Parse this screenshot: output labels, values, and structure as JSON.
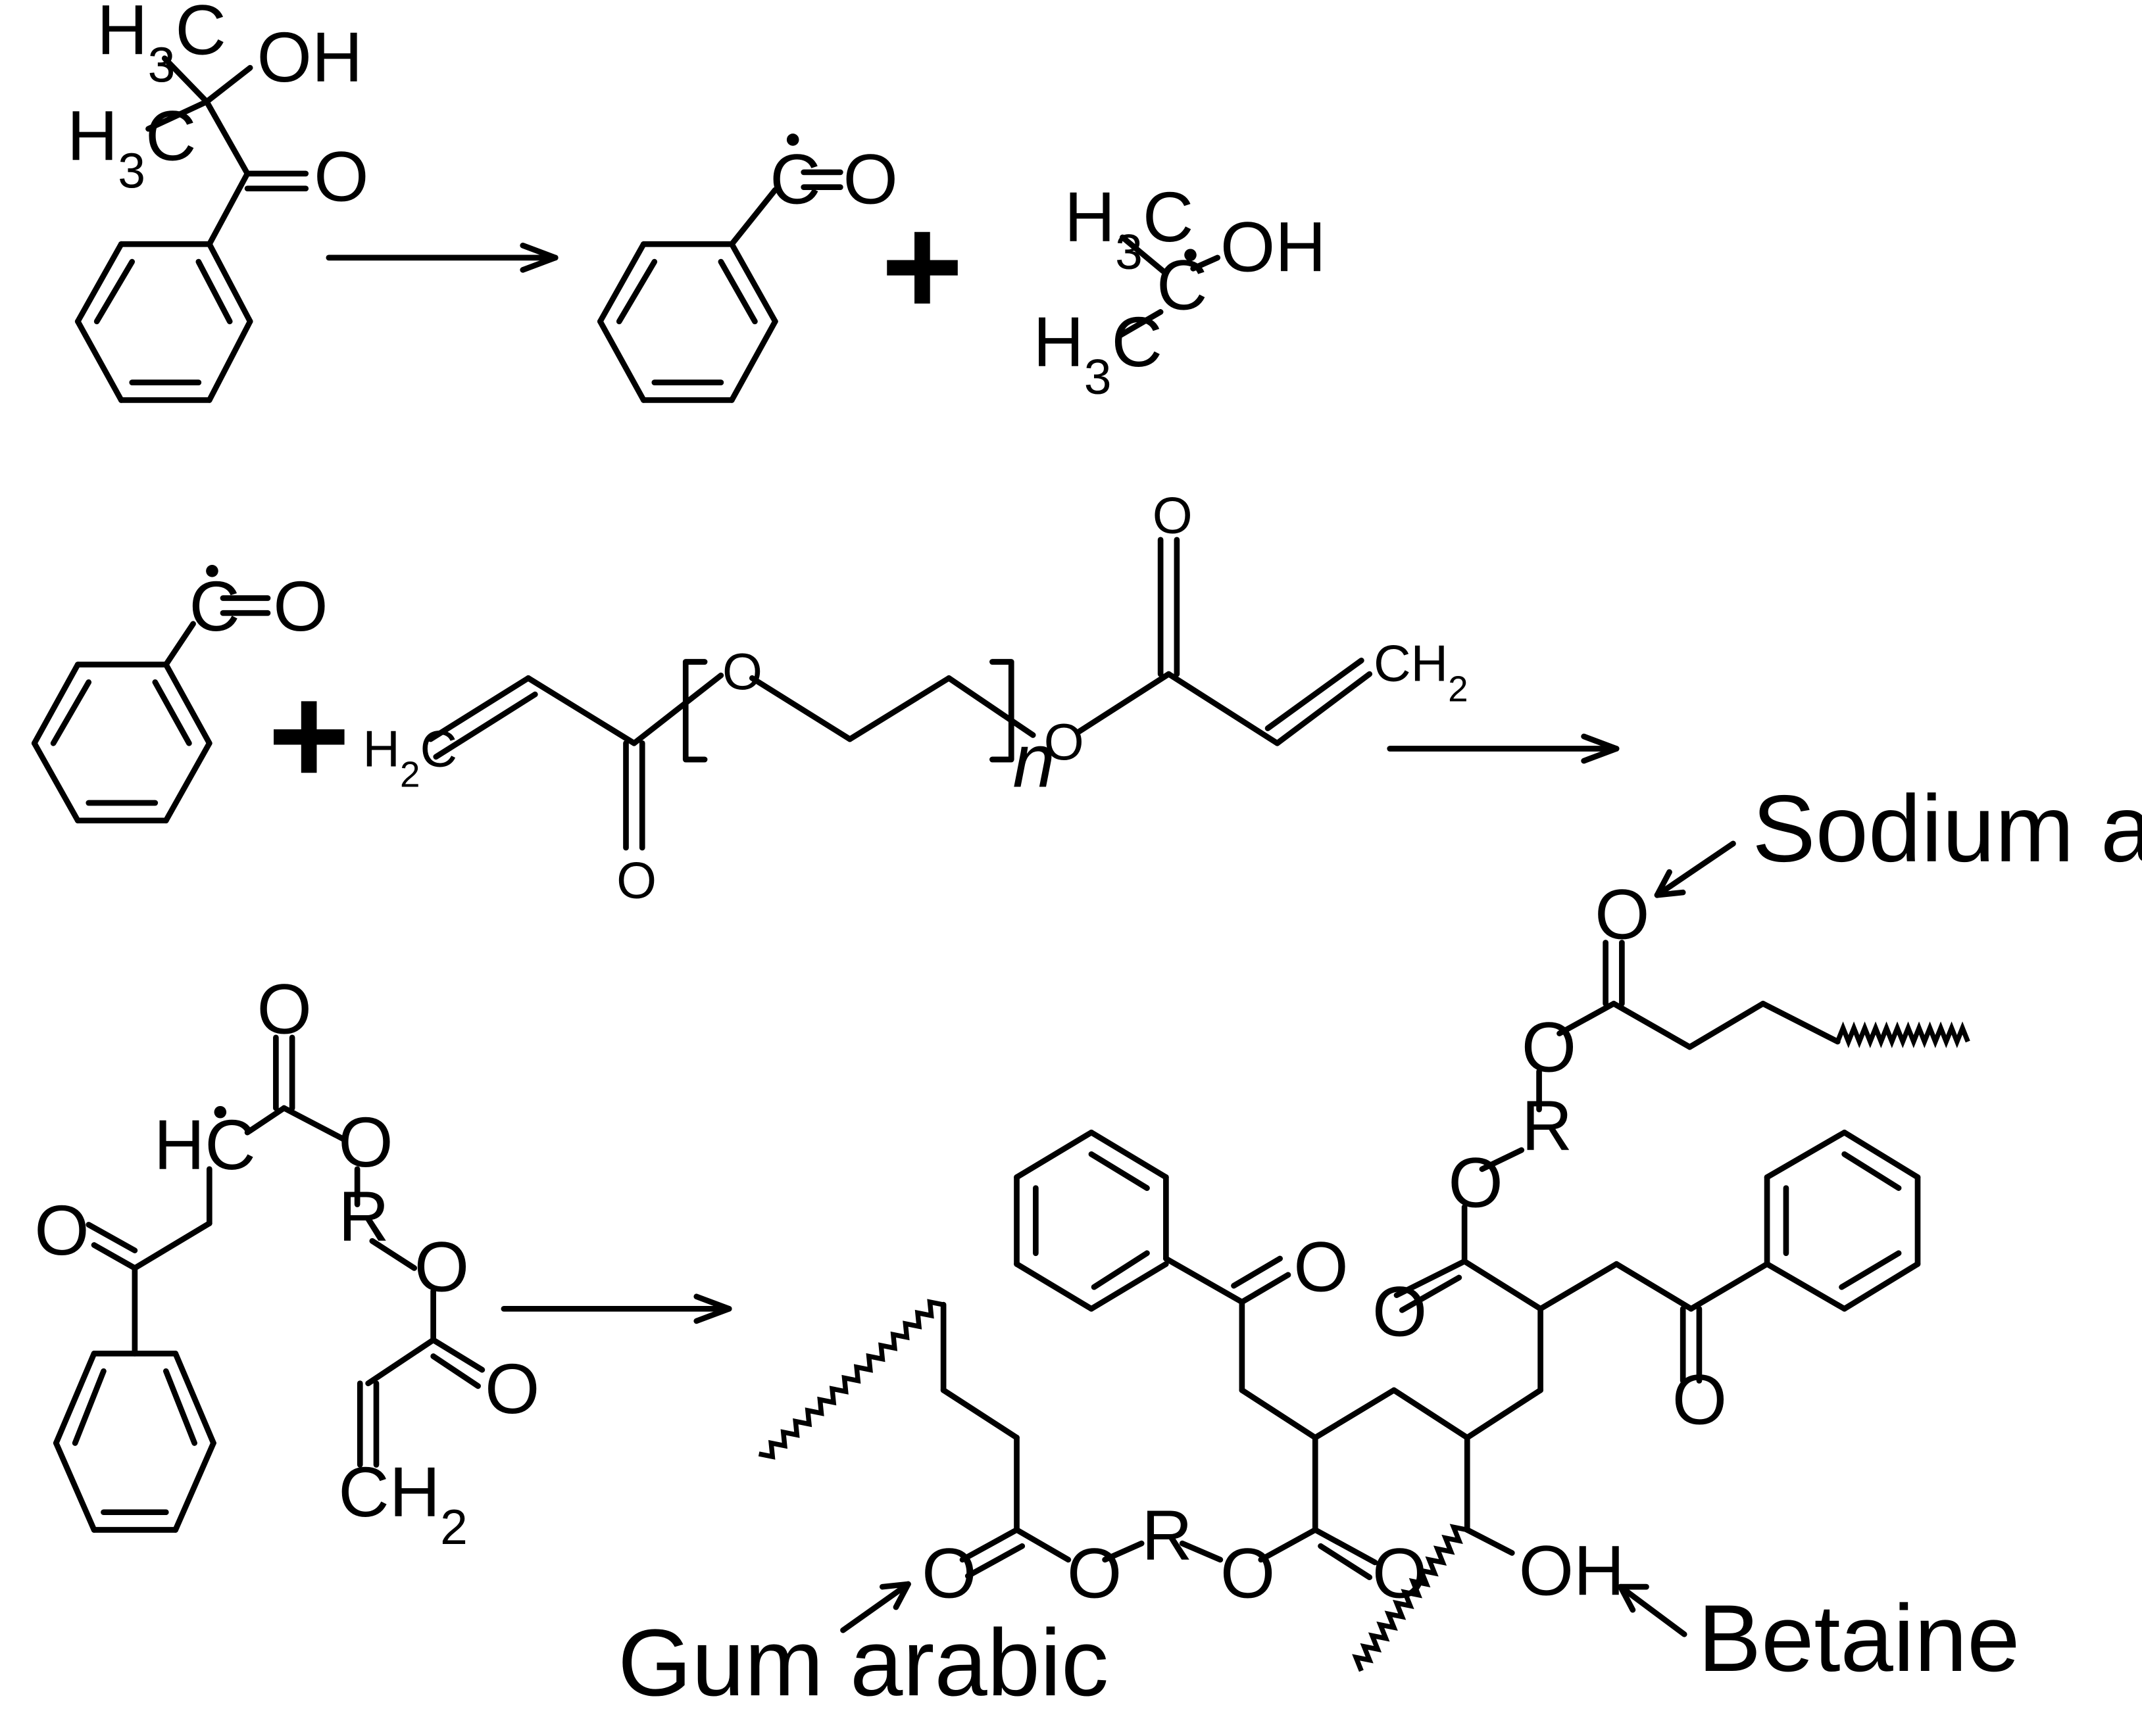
{
  "atoms": {
    "h3c": "H3C",
    "oh": "OH",
    "o": "O",
    "c": "C",
    "hc": "HC",
    "r": "R",
    "h2c": "H2C",
    "ch2": "CH2",
    "n": "n"
  },
  "signs": {
    "plus": "+"
  },
  "labels": {
    "sodium_alginate": "Sodium alginate",
    "gum_arabic": "Gum arabic",
    "betaine": "Betaine"
  }
}
